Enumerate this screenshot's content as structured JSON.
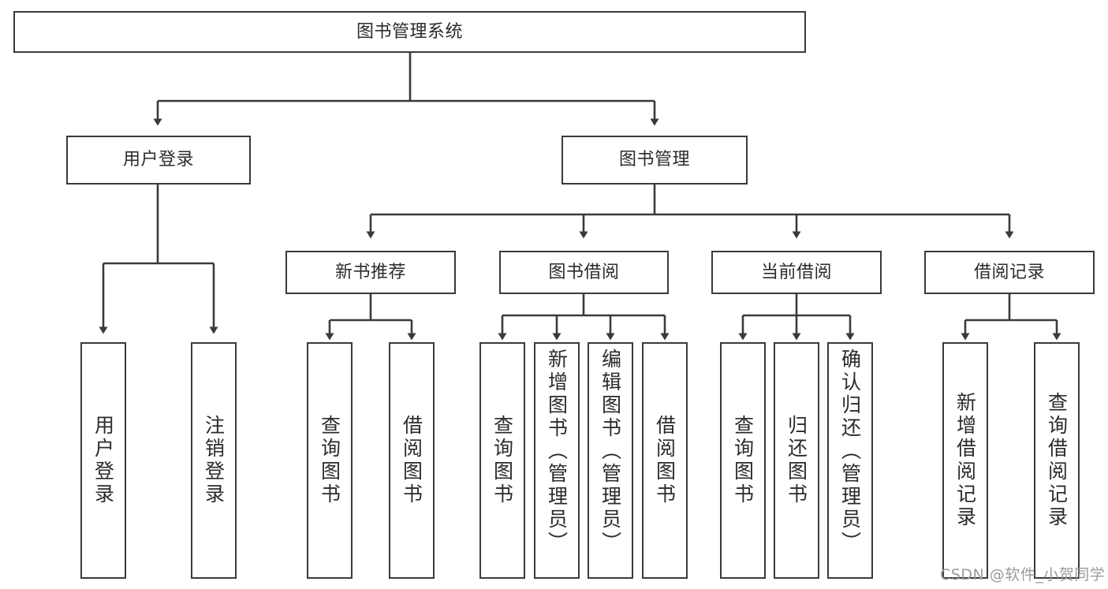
{
  "diagram": {
    "type": "tree-hierarchy",
    "title": "图书管理系统",
    "watermark": "CSDN @软件_小贺同学",
    "colors": {
      "box_border": "#3a3a3a",
      "box_fill": "#ffffff",
      "line": "#3a3a3a",
      "text": "#2b2b2b",
      "watermark": "#9a9a9a",
      "background": "#ffffff"
    },
    "root": {
      "label": "图书管理系统"
    },
    "level2": [
      {
        "id": "user-login",
        "label": "用户登录"
      },
      {
        "id": "book-manage",
        "label": "图书管理"
      }
    ],
    "level3": [
      {
        "id": "new-book-recommend",
        "label": "新书推荐",
        "parent": "book-manage"
      },
      {
        "id": "book-borrow",
        "label": "图书借阅",
        "parent": "book-manage"
      },
      {
        "id": "current-borrow",
        "label": "当前借阅",
        "parent": "book-manage"
      },
      {
        "id": "borrow-record",
        "label": "借阅记录",
        "parent": "book-manage"
      }
    ],
    "leaves": [
      {
        "id": "leaf-user-login",
        "label": "用户登录",
        "parent": "user-login"
      },
      {
        "id": "leaf-user-logout",
        "label": "注销登录",
        "parent": "user-login"
      },
      {
        "id": "leaf-query-book-1",
        "label": "查询图书",
        "parent": "new-book-recommend"
      },
      {
        "id": "leaf-borrow-book-1",
        "label": "借阅图书",
        "parent": "new-book-recommend"
      },
      {
        "id": "leaf-query-book-2",
        "label": "查询图书",
        "parent": "book-borrow"
      },
      {
        "id": "leaf-add-book",
        "label": "新增图书（管理员）",
        "parent": "book-borrow"
      },
      {
        "id": "leaf-edit-book",
        "label": "编辑图书（管理员）",
        "parent": "book-borrow"
      },
      {
        "id": "leaf-borrow-book-2",
        "label": "借阅图书",
        "parent": "book-borrow"
      },
      {
        "id": "leaf-query-book-3",
        "label": "查询图书",
        "parent": "current-borrow"
      },
      {
        "id": "leaf-return-book",
        "label": "归还图书",
        "parent": "current-borrow"
      },
      {
        "id": "leaf-confirm-return",
        "label": "确认归还（管理员）",
        "parent": "current-borrow"
      },
      {
        "id": "leaf-add-record",
        "label": "新增借阅记录",
        "parent": "borrow-record"
      },
      {
        "id": "leaf-query-record",
        "label": "查询借阅记录",
        "parent": "borrow-record"
      }
    ]
  }
}
